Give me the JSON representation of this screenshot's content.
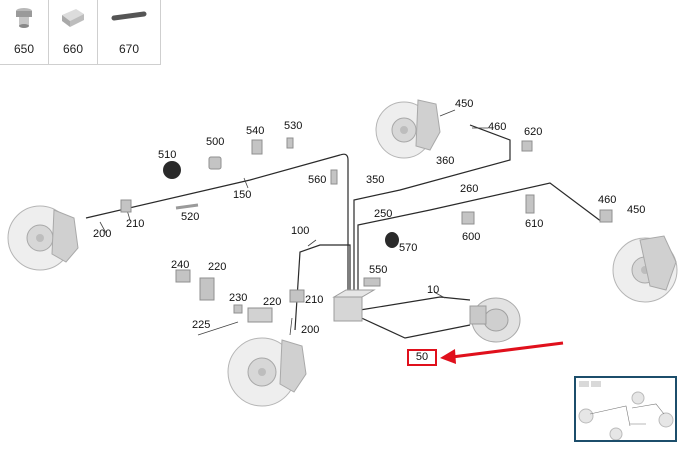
{
  "legend": {
    "items": [
      {
        "number": "650",
        "icon": "valve-cap-icon"
      },
      {
        "number": "660",
        "icon": "hex-connector-icon"
      },
      {
        "number": "670",
        "icon": "hose-icon"
      }
    ]
  },
  "callouts": {
    "c450a": "450",
    "c460a": "460",
    "c620": "620",
    "c510": "510",
    "c500": "500",
    "c540": "540",
    "c530": "530",
    "c360": "360",
    "c350": "350",
    "c560": "560",
    "c150": "150",
    "c520": "520",
    "c200a": "200",
    "c210a": "210",
    "c260": "260",
    "c250": "250",
    "c570": "570",
    "c600": "600",
    "c610": "610",
    "c460b": "460",
    "c450b": "450",
    "c100": "100",
    "c240": "240",
    "c220a": "220",
    "c550": "550",
    "c10": "10",
    "c230": "230",
    "c220b": "220",
    "c210b": "210",
    "c225": "225",
    "c200b": "200"
  },
  "highlight": {
    "number": "50",
    "color": "#e0101c"
  },
  "overview": {
    "border_color": "#1c4e6b"
  }
}
